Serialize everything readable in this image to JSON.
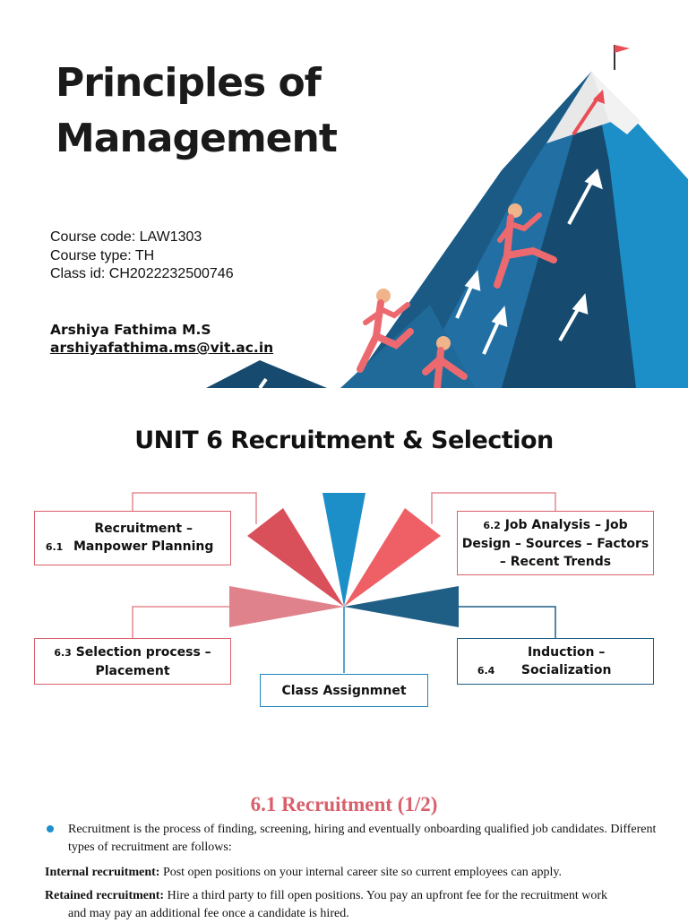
{
  "cover": {
    "title_line1": "Principles of",
    "title_line2": "Management",
    "course_code": "Course code: LAW1303",
    "course_type": "Course type: TH",
    "class_id": "Class id: CH2022232500746",
    "author_name": "Arshiya Fathima M.S",
    "author_email": "arshiyafathima.ms@vit.ac.in"
  },
  "unit": {
    "heading": "UNIT 6 Recruitment & Selection",
    "topics": [
      {
        "num": "6.1",
        "text": "Recruitment – Manpower Planning"
      },
      {
        "num": "6.2",
        "text": "Job Analysis – Job Design – Sources – Factors – Recent Trends"
      },
      {
        "num": "6.3",
        "text": "Selection process – Placement"
      },
      {
        "num": "6.4",
        "text": "Induction – Socialization"
      }
    ],
    "assignment": "Class Assignmnet"
  },
  "section": {
    "title": "6.1 Recruitment (1/2)",
    "bullet": "Recruitment is the process of finding, screening, hiring and eventually onboarding qualified job candidates. Different types of recruitment are follows:",
    "internal_label": "Internal recruitment:",
    "internal_text": " Post open positions on your internal career site so current employees can apply.",
    "retained_label": "Retained recruitment:",
    "retained_text": " Hire a third party to fill open positions. You pay an upfront fee for the recruitment work",
    "retained_cont": "and may pay an additional fee once a candidate is hired."
  },
  "colors": {
    "accent_red": "#d9606b",
    "accent_blue": "#1f5f86",
    "accent_cyan": "#1c86b8",
    "mountain_dark": "#164a6e"
  }
}
